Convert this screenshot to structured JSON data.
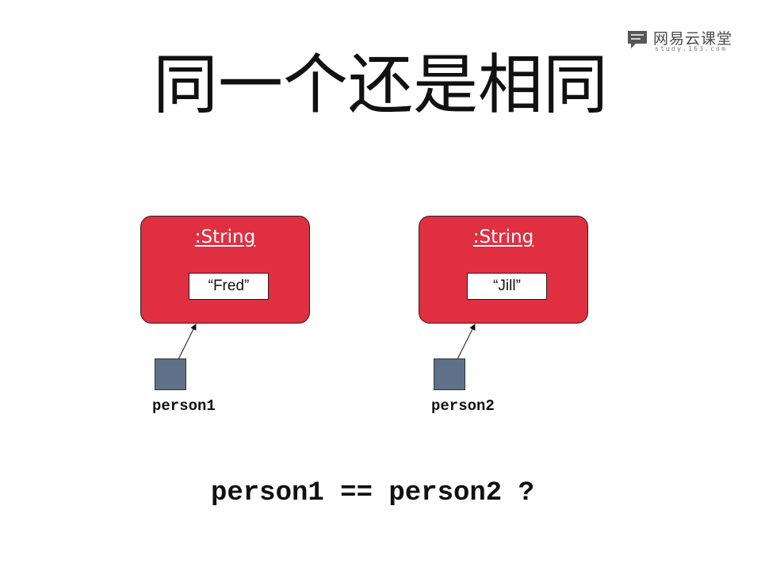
{
  "watermark": {
    "brand": "网易云课堂",
    "domain": "study.163.com",
    "icon": "speech-bubble-icon"
  },
  "title": "同一个还是相同",
  "objects": [
    {
      "type_label": ":String",
      "value": "“Fred”"
    },
    {
      "type_label": ":String",
      "value": "“Jill”"
    }
  ],
  "variables": [
    {
      "name": "person1"
    },
    {
      "name": "person2"
    }
  ],
  "question": "person1 == person2 ?",
  "colors": {
    "object_fill": "#e02f41",
    "variable_fill": "#5f7089",
    "text": "#111111"
  }
}
